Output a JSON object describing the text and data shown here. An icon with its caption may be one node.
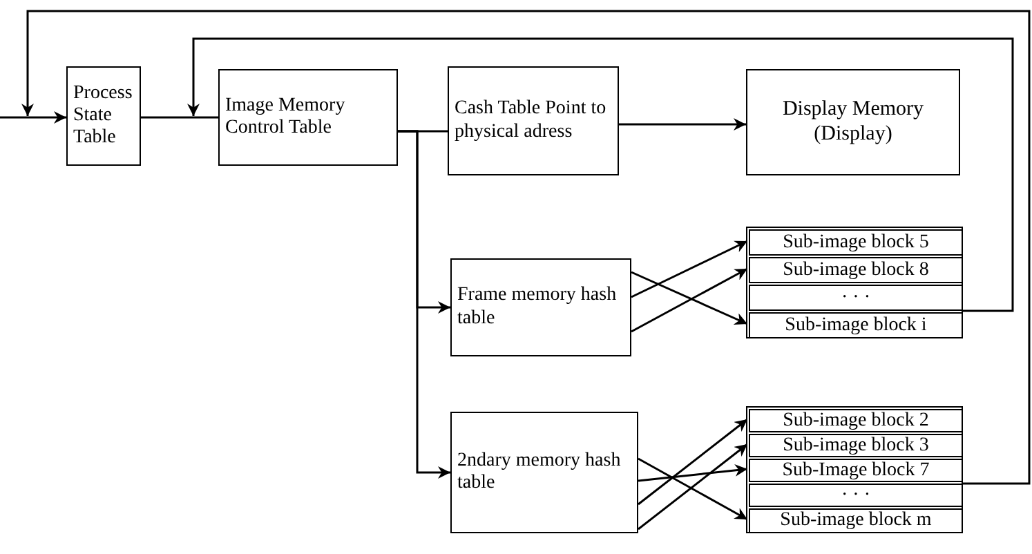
{
  "diagram": {
    "nodes": [
      {
        "text": [
          "Process State Table"
        ]
      },
      {
        "text": [
          "Image Memory Control Table"
        ]
      },
      {
        "text": [
          "Cash Table Point to physical adress"
        ]
      },
      {
        "text": [
          "Display Memory (Display)"
        ]
      },
      {
        "text": [
          "Frame memory hash table"
        ]
      },
      {
        "text": [],
        "shape": "box"
      },
      {
        "text": [
          "Sub-image block 5"
        ],
        "in": 5
      },
      {
        "text": [
          "Sub-image block 8"
        ],
        "in": 5
      },
      {
        "text": [
          "· · ·"
        ],
        "in": 5
      },
      {
        "text": [
          "Sub-image block i"
        ],
        "in": 5
      },
      {
        "text": [
          "2ndary memory hash table"
        ]
      },
      {
        "text": [],
        "shape": "box"
      },
      {
        "text": [
          "Sub-image block 2"
        ],
        "in": 11
      },
      {
        "text": [
          "Sub-image block 3"
        ],
        "in": 11
      },
      {
        "text": [
          "Sub-Image block 7"
        ],
        "in": 11
      },
      {
        "text": [
          "· · ·"
        ],
        "in": 11
      },
      {
        "text": [
          "Sub-image block m"
        ],
        "in": 11
      }
    ],
    "edges": [
      {
        "from": null,
        "to": 0,
        "arrow": "to"
      },
      {
        "from": 0,
        "to": 1,
        "arrow": "none"
      },
      {
        "from": 1,
        "to": 2,
        "arrow": "none"
      },
      {
        "from": 2,
        "to": 3,
        "arrow": "to"
      },
      {
        "from": 1,
        "to": 4,
        "arrow": "to"
      },
      {
        "from": 1,
        "to": 10,
        "arrow": "to"
      },
      {
        "from": 4,
        "to": 9,
        "arrow": "to"
      },
      {
        "from": 4,
        "to": 6,
        "arrow": "to"
      },
      {
        "from": 4,
        "to": 7,
        "arrow": "to"
      },
      {
        "from": 10,
        "to": 16,
        "arrow": "to"
      },
      {
        "from": 10,
        "to": 14,
        "arrow": "to"
      },
      {
        "from": 10,
        "to": 12,
        "arrow": "to"
      },
      {
        "from": 10,
        "to": 13,
        "arrow": "to"
      },
      {
        "from": 5,
        "to": 1,
        "arrow": "to"
      },
      {
        "from": 11,
        "to": 0,
        "arrow": "to"
      }
    ]
  }
}
